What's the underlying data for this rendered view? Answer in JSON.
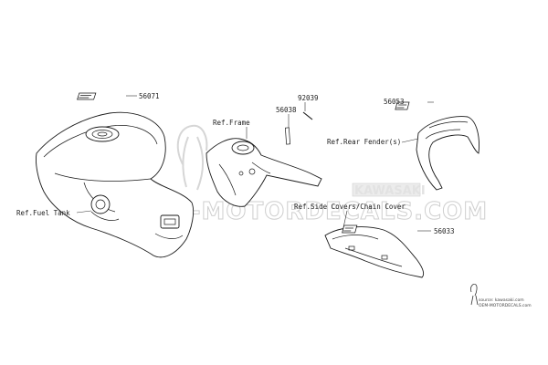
{
  "labels": {
    "fuel_tank_ref": "Ref.Fuel Tank",
    "frame_ref": "Ref.Frame",
    "rear_fender_ref": "Ref.Rear Fender(s)",
    "side_covers_ref": "Ref.Side Covers/Chain Cover"
  },
  "parts": {
    "p56071": "56071",
    "p92039": "92039",
    "p56038": "56038",
    "p56053": "56053",
    "p56033": "56033"
  },
  "watermark": {
    "brand": "OEM-MOTORDECALS.COM",
    "emblem": "KAWASAKI"
  },
  "source": {
    "line1": "source: kawasaki.com",
    "line2": "OEM-MOTORDECALS.com"
  }
}
